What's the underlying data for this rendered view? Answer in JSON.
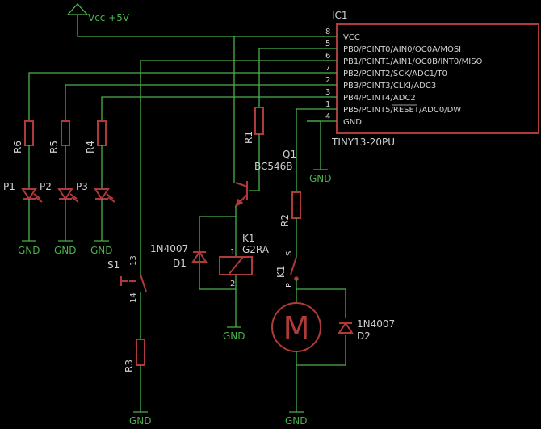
{
  "ic": {
    "name": "IC1",
    "part": "TINY13-20PU",
    "pins": [
      {
        "num": "8",
        "label": "VCC"
      },
      {
        "num": "5",
        "label": "PB0/PCINT0/AIN0/OC0A/MOSI"
      },
      {
        "num": "6",
        "label": "PB1/PCINT1/AIN1/OC0B/INT0/MISO"
      },
      {
        "num": "7",
        "label": "PB2/PCINT2/SCK/ADC1/T0"
      },
      {
        "num": "2",
        "label": "PB3/PCINT3/CLKI/ADC3"
      },
      {
        "num": "3",
        "label": "PB4/PCINT4/ADC2"
      },
      {
        "num": "1",
        "label": "PB5/PCINT5/RESET/ADC0/DW"
      },
      {
        "num": "4",
        "label": "GND"
      }
    ]
  },
  "vcc_label": "Vcc +5V",
  "gnd_label": "GND",
  "resistors": {
    "r1": "R1",
    "r2": "R2",
    "r3": "R3",
    "r4": "R4",
    "r5": "R5",
    "r6": "R6"
  },
  "leds": {
    "p1": "P1",
    "p2": "P2",
    "p3": "P3"
  },
  "transistor": {
    "name": "Q1",
    "part": "BC546B"
  },
  "relay": {
    "name": "K1",
    "part": "G2RA",
    "coil_pin1": "1",
    "coil_pin2": "2",
    "contact_name": "K1",
    "contact_s": "S",
    "contact_p": "P"
  },
  "diodes": {
    "d1_name": "D1",
    "d1_part": "1N4007",
    "d2_name": "D2",
    "d2_part": "1N4007"
  },
  "switch": {
    "name": "S1",
    "pin13": "13",
    "pin14": "14"
  },
  "motor_label": "M"
}
